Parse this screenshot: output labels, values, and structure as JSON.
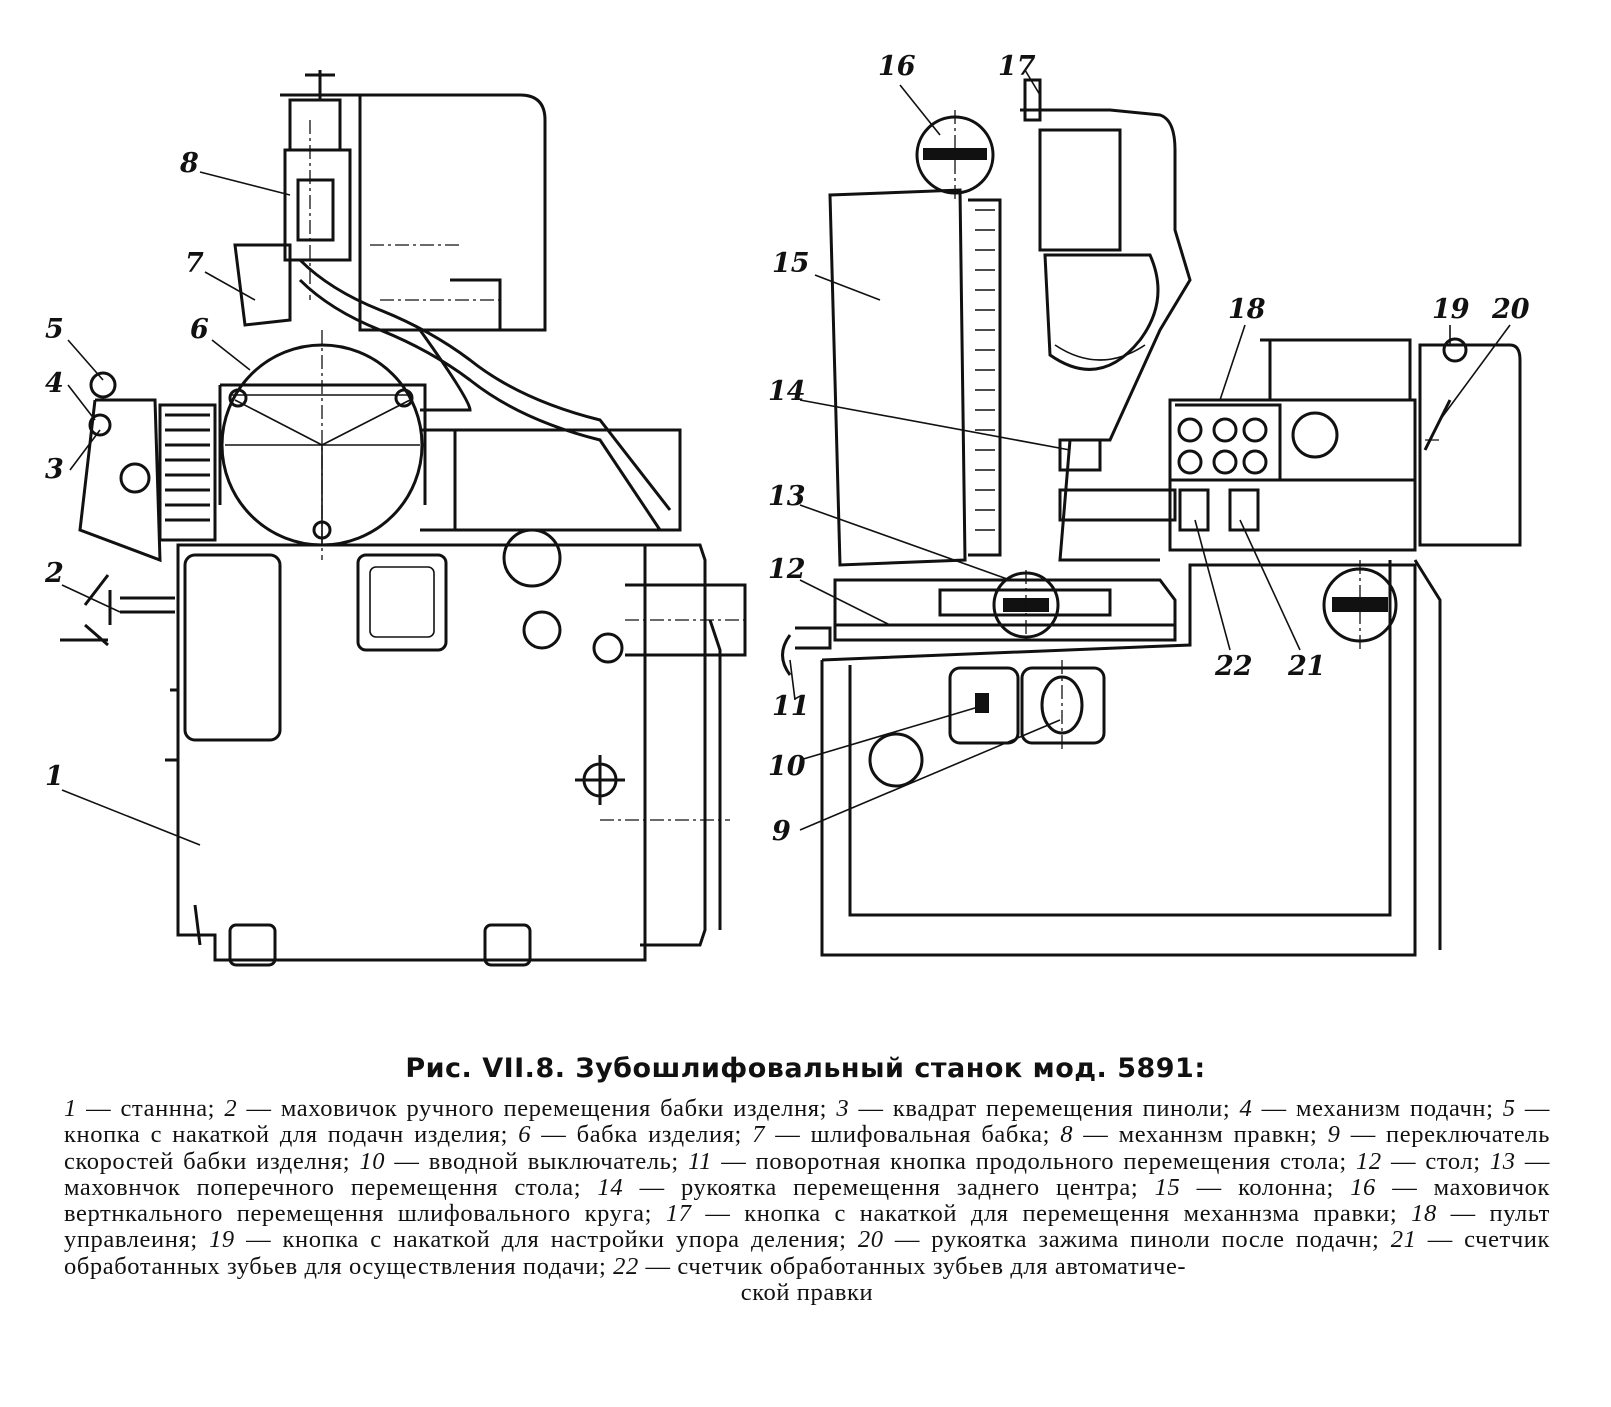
{
  "figure": {
    "callouts": [
      "1",
      "2",
      "3",
      "4",
      "5",
      "6",
      "7",
      "8",
      "9",
      "10",
      "11",
      "12",
      "13",
      "14",
      "15",
      "16",
      "17",
      "18",
      "19",
      "20",
      "21",
      "22"
    ]
  },
  "caption": {
    "title": "Рис. VII.8. Зубошлифовальный станок мод. 5891:",
    "items": [
      {
        "n": "1",
        "text": " — станнна; "
      },
      {
        "n": "2",
        "text": " — маховичок ручного перемещения бабки изделня; "
      },
      {
        "n": "3",
        "text": " — квадрат перемещения пиноли; "
      },
      {
        "n": "4",
        "text": " — механизм подачн; "
      },
      {
        "n": "5",
        "text": " — кнопка с накаткой для подачн изделия; "
      },
      {
        "n": "6",
        "text": " — бабка изделия; "
      },
      {
        "n": "7",
        "text": " — шлифовальная бабка; "
      },
      {
        "n": "8",
        "text": " — механнзм правкн; "
      },
      {
        "n": "9",
        "text": " — переключатель скоростей бабки изделня; "
      },
      {
        "n": "10",
        "text": " — вводной выключатель; "
      },
      {
        "n": "11",
        "text": " — поворотная кнопка продольного перемещения стола; "
      },
      {
        "n": "12",
        "text": " — стол; "
      },
      {
        "n": "13",
        "text": " — маховнчок поперечного перемещення стола; "
      },
      {
        "n": "14",
        "text": " — рукоятка перемещення заднего центра; "
      },
      {
        "n": "15",
        "text": " — колонна; "
      },
      {
        "n": "16",
        "text": " — маховичок вертнкального перемещення шлифовального круга; "
      },
      {
        "n": "17",
        "text": " — кнопка с накаткой для перемещення механнзма правки; "
      },
      {
        "n": "18",
        "text": " — пульт управлеиня; "
      },
      {
        "n": "19",
        "text": " — кнопка с накаткой для настройки упора деления; "
      },
      {
        "n": "20",
        "text": " — рукоятка зажима пиноли после подачн; "
      },
      {
        "n": "21",
        "text": " — счетчик обработанных зубьев для осуществления подачи; "
      },
      {
        "n": "22",
        "text": " — счетчик обработанных зубьев для автоматиче-"
      }
    ],
    "last_line": "ской правки"
  }
}
